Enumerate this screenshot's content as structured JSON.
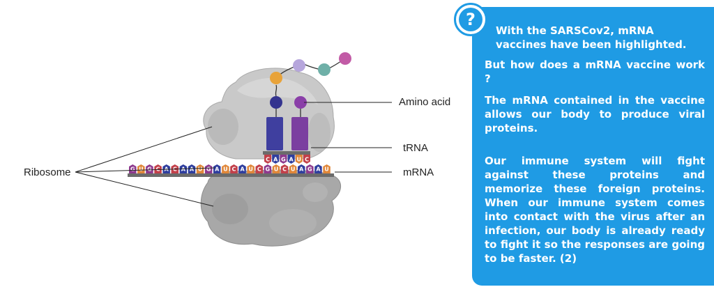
{
  "labels": {
    "amino_acid": "Amino acid",
    "trna": "tRNA",
    "mrna": "mRNA",
    "ribosome": "Ribosome"
  },
  "mrna_codons": [
    "G",
    "U",
    "G",
    "C",
    "A",
    "C",
    "A",
    "A",
    "U",
    "G",
    "A",
    "U",
    "C",
    "A",
    "U",
    "C",
    "G",
    "U",
    "C",
    "U",
    "A",
    "G",
    "A",
    "U"
  ],
  "trna_codons": [
    "C",
    "A",
    "G",
    "A",
    "U",
    "C"
  ],
  "nucleotide_colors": {
    "A": "#2f3e9e",
    "U": "#e0873a",
    "G": "#8e3a8e",
    "C": "#c2404a"
  },
  "panel": {
    "icon": "question-mark-icon",
    "icon_glyph": "?",
    "intro": "With the SARSCov2, mRNA vaccines have been highlighted.",
    "question": "But how does a mRNA vaccine work ?",
    "para1": "The mRNA contained in the vaccine allows our body to produce viral proteins.",
    "para2": "Our immune system will fight against these proteins and memorize these foreign proteins. When our immune system comes into contact with the virus after an infection, our body is already ready to fight it so the responses are going to be faster. (2)",
    "background_color": "#1f9be4"
  }
}
